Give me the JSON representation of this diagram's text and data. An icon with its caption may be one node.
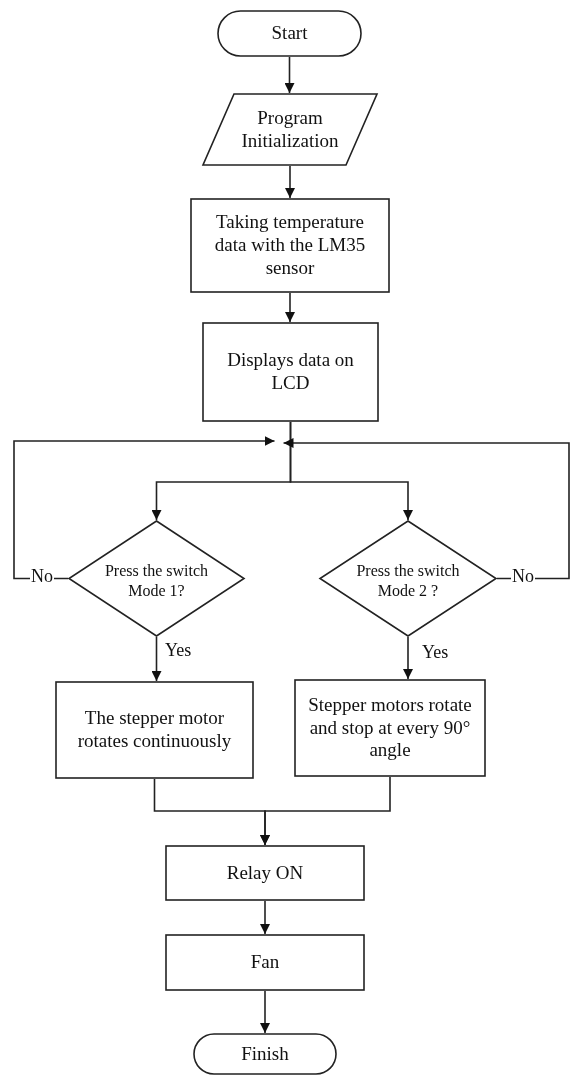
{
  "diagram": {
    "nodes": [
      {
        "text": [
          "Start"
        ]
      },
      {
        "text": [
          "Program Initialization"
        ]
      },
      {
        "text": [
          "Taking temperature data with the LM35 sensor"
        ]
      },
      {
        "text": [
          "Displays data on LCD"
        ]
      },
      {
        "text": [
          "Press the switch Mode 1?"
        ]
      },
      {
        "text": [
          "Press the switch Mode 2 ?"
        ]
      },
      {
        "text": [
          "The stepper motor rotates continuously"
        ]
      },
      {
        "text": [
          "Stepper motors rotate and stop at every 90° angle"
        ]
      },
      {
        "text": [
          "Relay ON"
        ]
      },
      {
        "text": [
          "Fan"
        ]
      },
      {
        "text": [
          "Finish"
        ]
      }
    ],
    "edges": [
      {
        "from": 0,
        "to": 1,
        "arrow": "to"
      },
      {
        "from": 1,
        "to": 2,
        "arrow": "to"
      },
      {
        "from": 2,
        "to": 3,
        "arrow": "to"
      },
      {
        "from": 3,
        "to": 4,
        "arrow": "to"
      },
      {
        "from": 3,
        "to": 5,
        "arrow": "to"
      },
      {
        "from": 4,
        "to": 6,
        "arrow": "to",
        "label": "Yes"
      },
      {
        "from": 5,
        "to": 7,
        "arrow": "to",
        "label": "Yes"
      },
      {
        "from": 4,
        "to": 3,
        "arrow": "to",
        "label": "No"
      },
      {
        "from": 5,
        "to": 3,
        "arrow": "to",
        "label": "No"
      },
      {
        "from": 6,
        "to": 8,
        "arrow": "to"
      },
      {
        "from": 7,
        "to": 8,
        "arrow": "to"
      },
      {
        "from": 8,
        "to": 9,
        "arrow": "to"
      },
      {
        "from": 9,
        "to": 10,
        "arrow": "to"
      }
    ]
  }
}
